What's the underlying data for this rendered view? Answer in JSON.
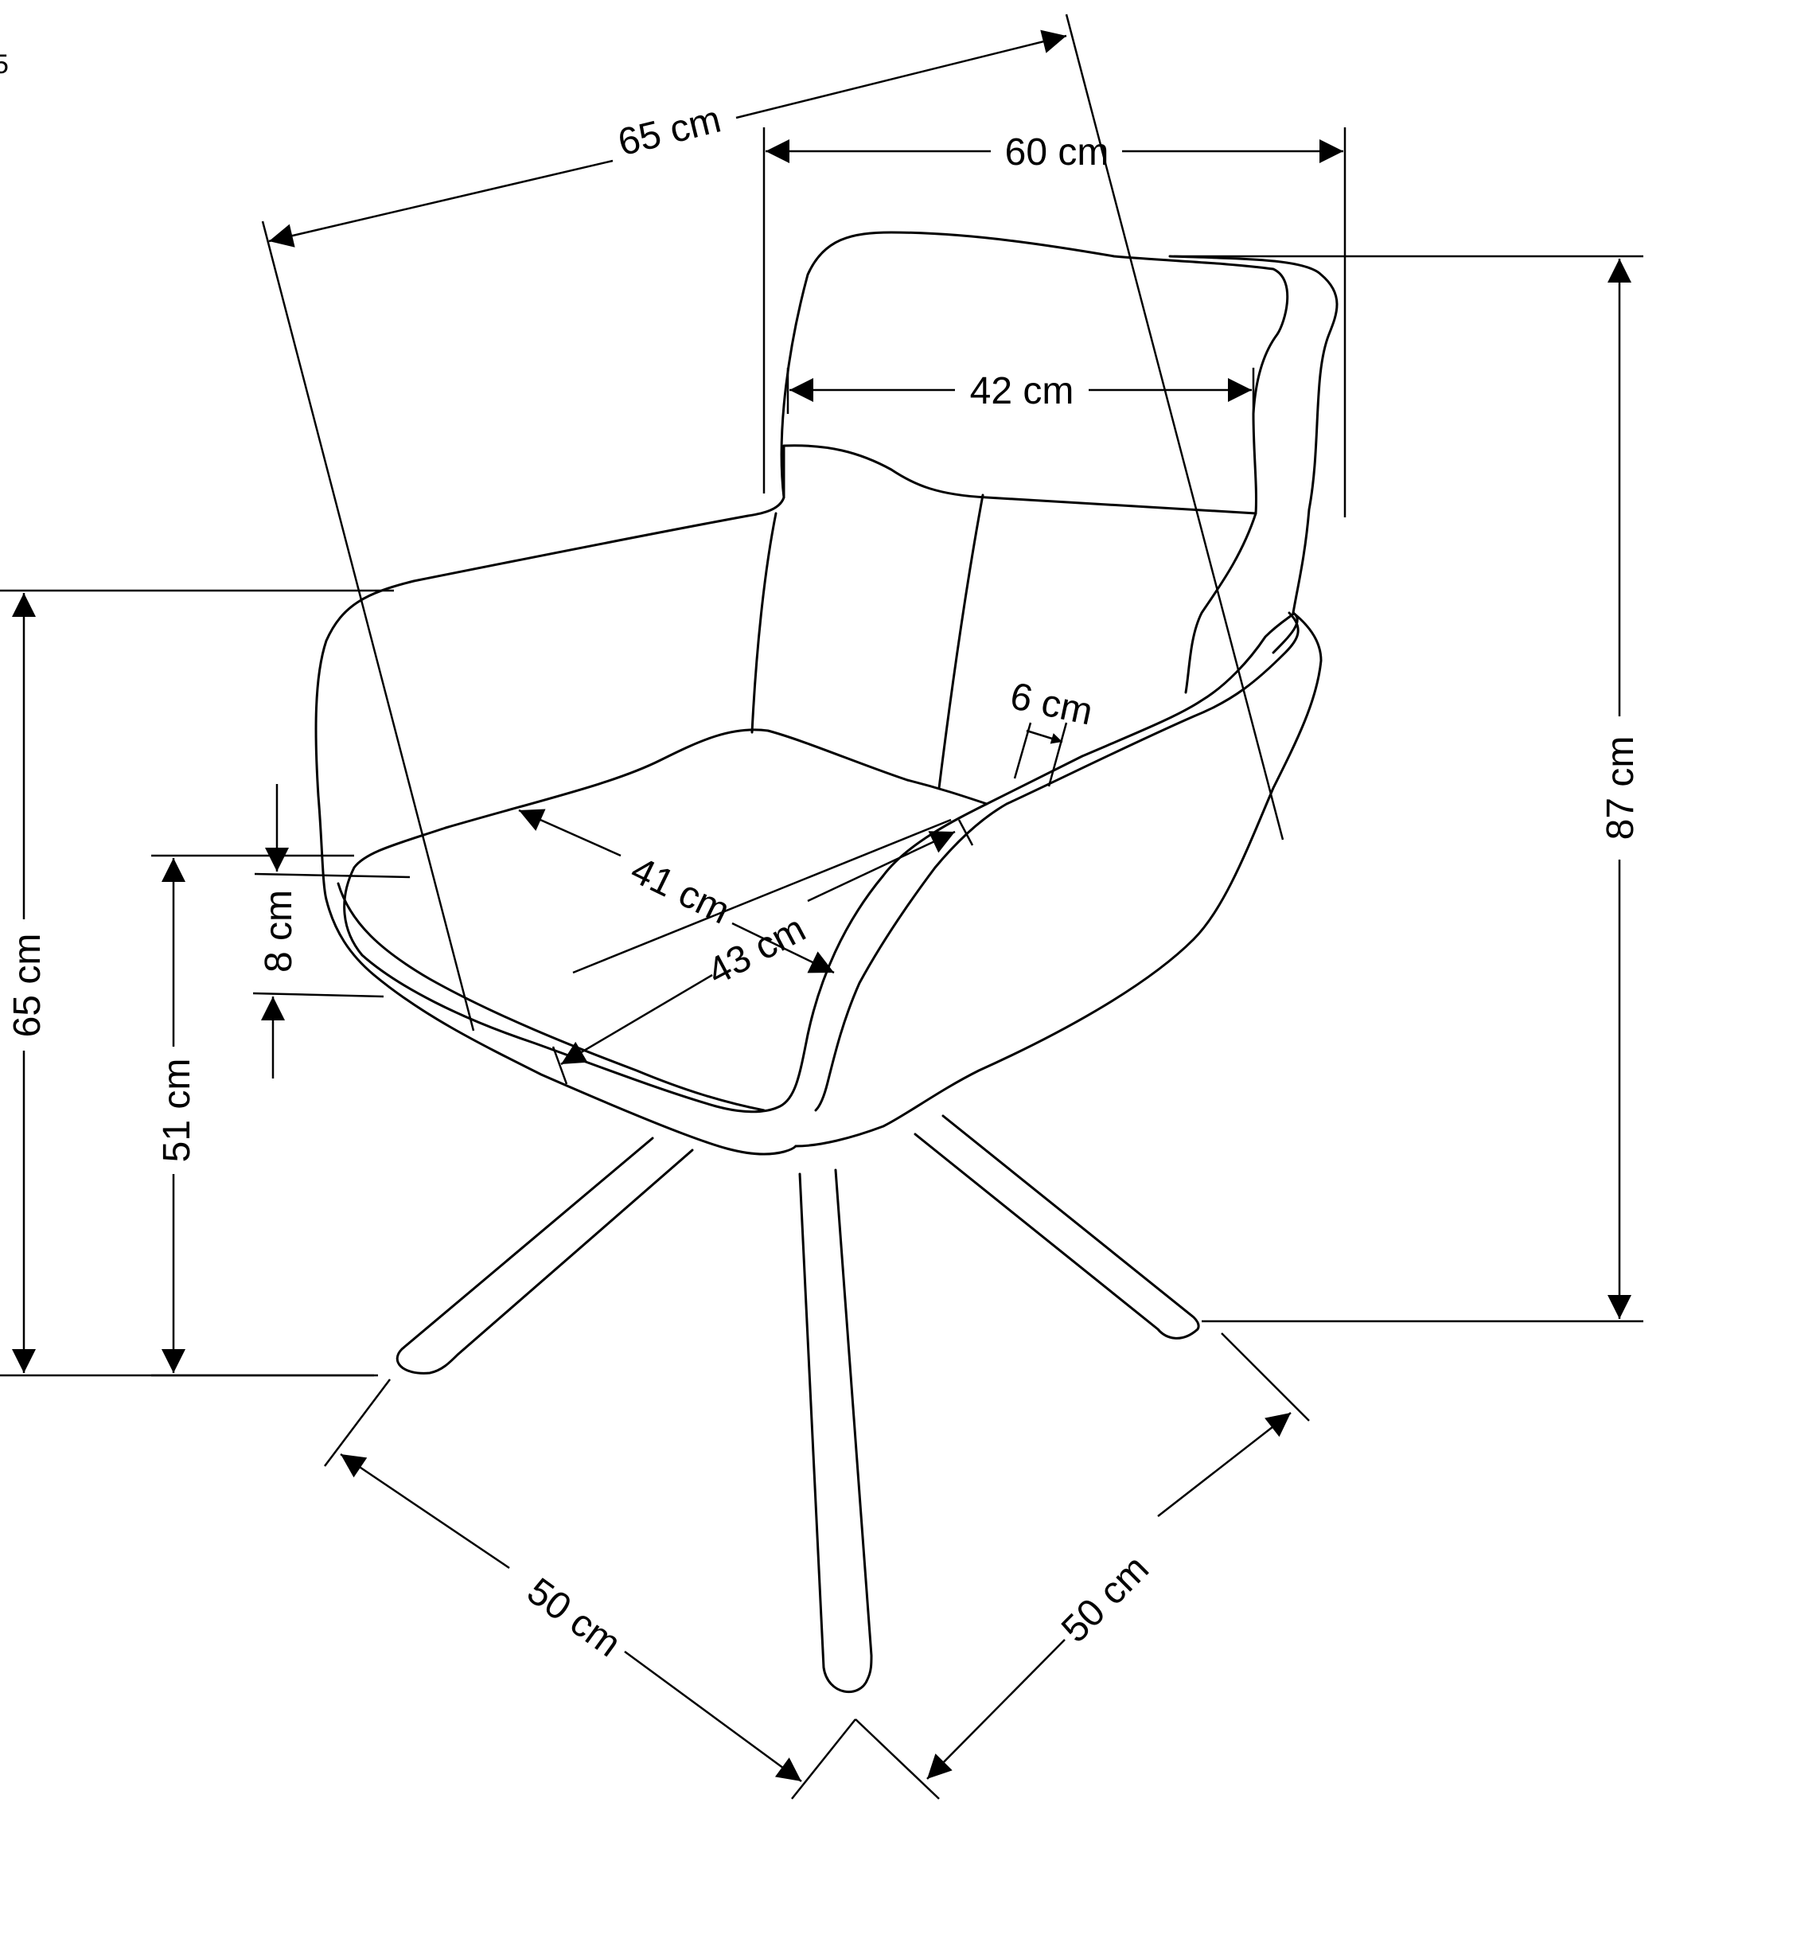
{
  "corner_mark": "5",
  "colors": {
    "line": "#000000",
    "background": "#ffffff"
  },
  "dimensions": {
    "backrest_depth": "65 cm",
    "overall_width": "60 cm",
    "backrest_width": "42 cm",
    "overall_height": "87 cm",
    "armrest_height": "65 cm",
    "seat_height": "51 cm",
    "seat_thickness": "8 cm",
    "armrest_thickness": "6 cm",
    "seat_depth": "41 cm",
    "seat_width": "43 cm",
    "base_left": "50 cm",
    "base_right": "50 cm"
  }
}
